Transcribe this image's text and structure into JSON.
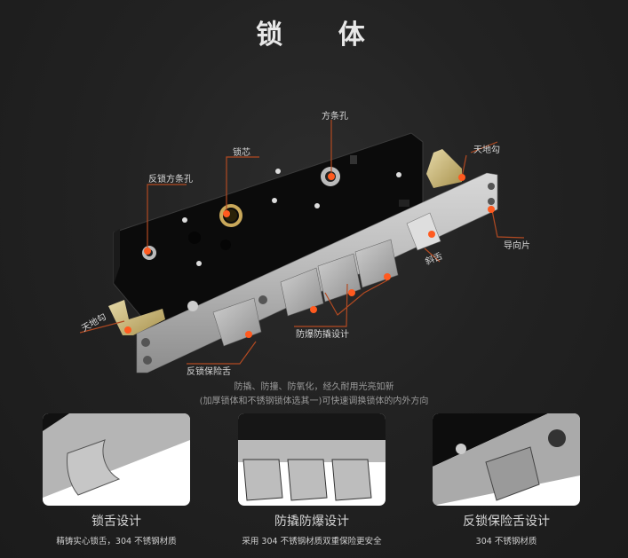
{
  "title": "锁 体",
  "diagram": {
    "callouts": [
      {
        "id": "square-hole",
        "label": "方条孔"
      },
      {
        "id": "lock-core",
        "label": "锁芯"
      },
      {
        "id": "reverse-square-hole",
        "label": "反锁方条孔"
      },
      {
        "id": "top-bottom-hook-right",
        "label": "天地勾"
      },
      {
        "id": "guide-plate",
        "label": "导向片"
      },
      {
        "id": "latch-bolt",
        "label": "斜舌"
      },
      {
        "id": "anti-explosion",
        "label": "防爆防撬设计"
      },
      {
        "id": "top-bottom-hook-left",
        "label": "天地勾"
      },
      {
        "id": "deadlock-bolt",
        "label": "反锁保险舌"
      }
    ],
    "accent_color": "#ff5a1f",
    "leader_color": "#b24a22"
  },
  "description": {
    "line1": "防撬、防撞、防氧化，经久耐用光亮如新",
    "line2": "(加厚锁体和不锈钢锁体选其一)可快速调换锁体的内外方向"
  },
  "features": [
    {
      "title": "锁舌设计",
      "subtitle": "精铸实心锁舌，304 不锈钢材质"
    },
    {
      "title": "防撬防爆设计",
      "subtitle": "采用 304 不锈钢材质双重保险更安全"
    },
    {
      "title": "反锁保险舌设计",
      "subtitle": "304 不锈钢材质"
    }
  ]
}
